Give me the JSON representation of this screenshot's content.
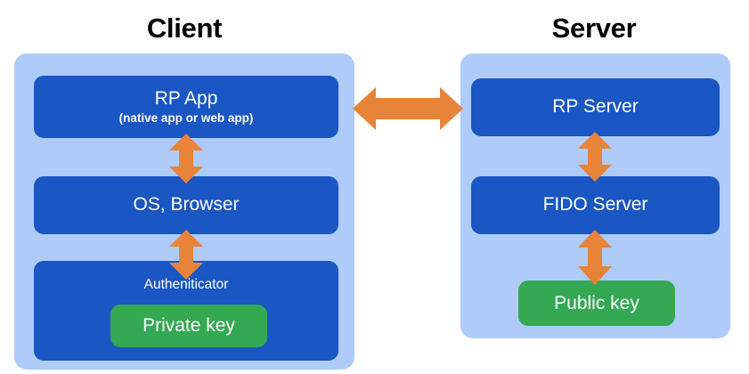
{
  "diagram": {
    "title_client": "Client",
    "title_server": "Server",
    "accent_orange": "#e8833a",
    "panel_blue": "#aecbfa",
    "box_blue": "#1a56c4",
    "key_green": "#34a853",
    "background": "#ffffff"
  },
  "client": {
    "label": "Client",
    "boxes": [
      {
        "id": "rp-app",
        "title": "RP App",
        "subtitle": "(native app or web app)"
      },
      {
        "id": "os-browser",
        "title": "OS, Browser",
        "subtitle": ""
      },
      {
        "id": "authenticator",
        "title": "Autheniticator",
        "subtitle": "",
        "key": {
          "id": "private-key",
          "label": "Private key",
          "color": "#34a853"
        }
      }
    ]
  },
  "server": {
    "label": "Server",
    "boxes": [
      {
        "id": "rp-server",
        "title": "RP Server",
        "subtitle": ""
      },
      {
        "id": "fido-server",
        "title": "FIDO Server",
        "subtitle": ""
      }
    ],
    "key": {
      "id": "public-key",
      "label": "Public key",
      "color": "#34a853"
    }
  },
  "arrows": [
    {
      "id": "client-rp-os",
      "direction": "vertical-bidirectional",
      "from": "RP App",
      "to": "OS, Browser"
    },
    {
      "id": "client-os-auth",
      "direction": "vertical-bidirectional",
      "from": "OS, Browser",
      "to": "Autheniticator"
    },
    {
      "id": "client-server",
      "direction": "horizontal-bidirectional",
      "from": "RP App",
      "to": "RP Server"
    },
    {
      "id": "server-rp-fido",
      "direction": "vertical-bidirectional",
      "from": "RP Server",
      "to": "FIDO Server"
    },
    {
      "id": "server-fido-public",
      "direction": "vertical-bidirectional",
      "from": "FIDO Server",
      "to": "Public key"
    }
  ]
}
